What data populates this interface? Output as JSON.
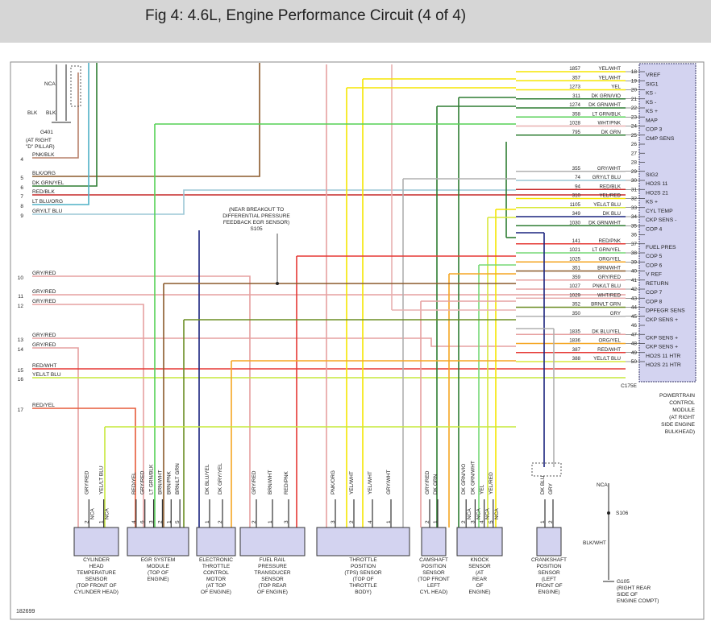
{
  "header": {
    "title": "Fig 4: 4.6L, Engine Performance Circuit (4 of 4)"
  },
  "figure_id": "182699",
  "colors": {
    "pcm_fill": "#d3d3f0",
    "pcm_stroke": "#3a3a6a",
    "header_bg": "#d6d6d6"
  },
  "ground_g401": {
    "name": "G401",
    "location": [
      "(AT RIGHT",
      "\"D\" PILLAR)"
    ],
    "nca": "NCA",
    "blk_left": "BLK",
    "blk_right": "BLK"
  },
  "left_wires": [
    {
      "pin": "4",
      "label": "PNK/BLK",
      "color": "#b7816a"
    },
    {
      "pin": "5",
      "label": "BLK/ORG",
      "color": "#8b5a2b"
    },
    {
      "pin": "6",
      "label": "DK GRN/YEL",
      "color": "#2e7d32"
    },
    {
      "pin": "7",
      "label": "RED/BLK",
      "color": "#c62828"
    },
    {
      "pin": "8",
      "label": "LT BLU/ORG",
      "color": "#4fb0c6"
    },
    {
      "pin": "9",
      "label": "GRY/LT BLU",
      "color": "#9cc7d6"
    },
    {
      "pin": "10",
      "label": "GRY/RED",
      "color": "#e6a0a0"
    },
    {
      "pin": "11",
      "label": "GRY/RED",
      "color": "#e6a0a0"
    },
    {
      "pin": "12",
      "label": "GRY/RED",
      "color": "#e6a0a0"
    },
    {
      "pin": "13",
      "label": "GRY/RED",
      "color": "#e6a0a0"
    },
    {
      "pin": "14",
      "label": "GRY/RED",
      "color": "#e6a0a0"
    },
    {
      "pin": "15",
      "label": "RED/WHT",
      "color": "#e53935"
    },
    {
      "pin": "16",
      "label": "YEL/LT BLU",
      "color": "#c6e83a"
    },
    {
      "pin": "17",
      "label": "RED/YEL",
      "color": "#e65c3a"
    }
  ],
  "pcm": {
    "ref": "C175E",
    "title": [
      "POWERTRAIN",
      "CONTROL",
      "MODULE",
      "(AT RIGHT",
      "SIDE ENGINE",
      "BULKHEAD)"
    ],
    "pins": [
      {
        "circuit": "1857",
        "color_label": "YEL/WHT",
        "pin": "18",
        "name": "VREF",
        "color": "#f5e600"
      },
      {
        "circuit": "357",
        "color_label": "YEL/WHT",
        "pin": "19",
        "name": "SIG1",
        "color": "#f5e600"
      },
      {
        "circuit": "1273",
        "color_label": "YEL",
        "pin": "20",
        "name": "KS -",
        "color": "#f5e600"
      },
      {
        "circuit": "311",
        "color_label": "DK GRN/VIO",
        "pin": "21",
        "name": "KS -",
        "color": "#2e7d32"
      },
      {
        "circuit": "1274",
        "color_label": "DK GRN/WHT",
        "pin": "22",
        "name": "KS +",
        "color": "#2e7d32"
      },
      {
        "circuit": "358",
        "color_label": "LT GRN/BLK",
        "pin": "23",
        "name": "MAP",
        "color": "#55d155"
      },
      {
        "circuit": "1028",
        "color_label": "WHT/PNK",
        "pin": "24",
        "name": "COP 3",
        "color": "#e8b0b0"
      },
      {
        "circuit": "795",
        "color_label": "DK GRN",
        "pin": "25",
        "name": "CMP SENS",
        "color": "#2e7d32"
      },
      {
        "circuit": "",
        "color_label": "",
        "pin": "26",
        "name": "",
        "color": ""
      },
      {
        "circuit": "",
        "color_label": "",
        "pin": "27",
        "name": "",
        "color": ""
      },
      {
        "circuit": "",
        "color_label": "",
        "pin": "28",
        "name": "",
        "color": ""
      },
      {
        "circuit": "355",
        "color_label": "GRY/WHT",
        "pin": "29",
        "name": "SIG2",
        "color": "#b0b0b0"
      },
      {
        "circuit": "74",
        "color_label": "GRY/LT BLU",
        "pin": "30",
        "name": "HO2S 11",
        "color": "#9cc7d6"
      },
      {
        "circuit": "94",
        "color_label": "RED/BLK",
        "pin": "31",
        "name": "HO2S 21",
        "color": "#c62828"
      },
      {
        "circuit": "310",
        "color_label": "YEL/RED",
        "pin": "32",
        "name": "KS +",
        "color": "#f5e600"
      },
      {
        "circuit": "1105",
        "color_label": "YEL/LT BLU",
        "pin": "33",
        "name": "CYL TEMP",
        "color": "#d8e83a"
      },
      {
        "circuit": "349",
        "color_label": "DK BLU",
        "pin": "34",
        "name": "CKP SENS -",
        "color": "#1a237e"
      },
      {
        "circuit": "1030",
        "color_label": "DK GRN/WHT",
        "pin": "35",
        "name": "COP 4",
        "color": "#2e7d32"
      },
      {
        "circuit": "",
        "color_label": "",
        "pin": "36",
        "name": "",
        "color": ""
      },
      {
        "circuit": "141",
        "color_label": "RED/PNK",
        "pin": "37",
        "name": "FUEL PRES",
        "color": "#e53935"
      },
      {
        "circuit": "1021",
        "color_label": "LT GRN/YEL",
        "pin": "38",
        "name": "COP 5",
        "color": "#76d876"
      },
      {
        "circuit": "1025",
        "color_label": "ORG/YEL",
        "pin": "39",
        "name": "COP 6",
        "color": "#f5a623"
      },
      {
        "circuit": "351",
        "color_label": "BRN/WHT",
        "pin": "40",
        "name": "V REF",
        "color": "#8b5a2b"
      },
      {
        "circuit": "359",
        "color_label": "GRY/RED",
        "pin": "41",
        "name": "RETURN",
        "color": "#e6a0a0"
      },
      {
        "circuit": "1027",
        "color_label": "PNK/LT BLU",
        "pin": "42",
        "name": "COP 7",
        "color": "#e6a0a0"
      },
      {
        "circuit": "1029",
        "color_label": "WHT/RED",
        "pin": "43",
        "name": "COP 8",
        "color": "#e8b0b0"
      },
      {
        "circuit": "352",
        "color_label": "BRN/LT GRN",
        "pin": "44",
        "name": "DPFEGR SENS",
        "color": "#6b8e23"
      },
      {
        "circuit": "350",
        "color_label": "GRY",
        "pin": "45",
        "name": "CKP SENS +",
        "color": "#b0b0b0"
      },
      {
        "circuit": "",
        "color_label": "",
        "pin": "46",
        "name": "",
        "color": ""
      },
      {
        "circuit": "1835",
        "color_label": "DK BLU/YEL",
        "pin": "47",
        "name": "CKP SENS +",
        "color": "#e6a0a0"
      },
      {
        "circuit": "1836",
        "color_label": "ORG/YEL",
        "pin": "48",
        "name": "CKP SENS +",
        "color": "#f5a623"
      },
      {
        "circuit": "387",
        "color_label": "RED/WHT",
        "pin": "49",
        "name": "HO2S 11 HTR",
        "color": "#e53935"
      },
      {
        "circuit": "388",
        "color_label": "YEL/LT BLU",
        "pin": "50",
        "name": "HO2S 21 HTR",
        "color": "#d8e83a"
      }
    ]
  },
  "s105_note": [
    "(NEAR BREAKOUT TO",
    "DIFFERENTIAL PRESSURE",
    "FEEDBACK EGR SENSOR)",
    "S105"
  ],
  "components": [
    {
      "id": "cht",
      "caption": [
        "CYLINDER",
        "HEAD",
        "TEMPERATURE",
        "SENSOR",
        "(TOP FRONT OF",
        "CYLINDER HEAD)"
      ],
      "wires": [
        {
          "label": "GRY/RED",
          "pin": "2",
          "nca": "NCA"
        },
        {
          "label": "YEL/LT BLU",
          "pin": "1",
          "nca": "NCA"
        }
      ]
    },
    {
      "id": "egr",
      "caption": [
        "EGR SYSTEM",
        "MODULE",
        "(TOP OF",
        "ENGINE)"
      ],
      "wires": [
        {
          "label": "RED/YEL",
          "pin": "4"
        },
        {
          "label": "GRY/RED",
          "pin": "6"
        },
        {
          "label": "LT GRN/BLK",
          "pin": "3"
        },
        {
          "label": "BRN/WHT",
          "pin": "2"
        },
        {
          "label": "BRN/PNK",
          "pin": "1"
        },
        {
          "label": "BRN/LT GRN",
          "pin": "5"
        }
      ]
    },
    {
      "id": "etc",
      "caption": [
        "ELECTRONIC",
        "THROTTLE",
        "CONTROL",
        "MOTOR",
        "(AT TOP",
        "OF ENGINE)"
      ],
      "wires": [
        {
          "label": "DK BLU/YEL",
          "pin": "1"
        },
        {
          "label": "DK GRY/YEL",
          "pin": "2"
        }
      ]
    },
    {
      "id": "frp",
      "caption": [
        "FUEL RAIL",
        "PRESSURE",
        "TRANSDUCER",
        "SENSOR",
        "(TOP REAR",
        "OF ENGINE)"
      ],
      "wires": [
        {
          "label": "GRY/RED",
          "pin": "2"
        },
        {
          "label": "BRN/WHT",
          "pin": "1"
        },
        {
          "label": "RED/PNK",
          "pin": "3"
        }
      ]
    },
    {
      "id": "tps",
      "caption": [
        "THROTTLE",
        "POSITION",
        "(TPS) SENSOR",
        "(TOP OF",
        "THROTTLE",
        "BODY)"
      ],
      "wires": [
        {
          "label": "PNK/ORG",
          "pin": "3"
        },
        {
          "label": "YEL/WHT",
          "pin": "2"
        },
        {
          "label": "YEL/WHT",
          "pin": "4"
        },
        {
          "label": "GRY/WHT",
          "pin": "1"
        }
      ]
    },
    {
      "id": "cmp",
      "caption": [
        "CAMSHAFT",
        "POSITION",
        "SENSOR",
        "(TOP FRONT",
        "LEFT",
        "CYL HEAD)"
      ],
      "wires": [
        {
          "label": "GRY/RED",
          "pin": "2"
        },
        {
          "label": "DK GRN",
          "pin": "1"
        }
      ]
    },
    {
      "id": "ks",
      "caption": [
        "KNOCK",
        "SENSOR",
        "(AT",
        "REAR",
        "OF",
        "ENGINE)"
      ],
      "wires": [
        {
          "label": "DK GRN/VIO",
          "pin": "2",
          "nca": "NCA"
        },
        {
          "label": "DK GRN/WHT",
          "pin": "3",
          "nca": "NCA"
        },
        {
          "label": "YEL",
          "pin": "4",
          "nca": "NCA"
        },
        {
          "label": "YEL/RED",
          "pin": "5",
          "nca": "NCA"
        }
      ]
    },
    {
      "id": "ckp",
      "caption": [
        "CRANKSHAFT",
        "POSITION",
        "SENSOR",
        "(LEFT",
        "FRONT OF",
        "ENGINE)"
      ],
      "wires": [
        {
          "label": "DK BLU",
          "pin": "1"
        },
        {
          "label": "GRY",
          "pin": "2"
        }
      ]
    }
  ],
  "ground_g105": {
    "nca": "NCA",
    "splice": "S106",
    "wire": "BLK/WHT",
    "name": "G105",
    "location": [
      "(RIGHT REAR",
      "SIDE OF",
      "ENGINE COMPT)"
    ]
  }
}
